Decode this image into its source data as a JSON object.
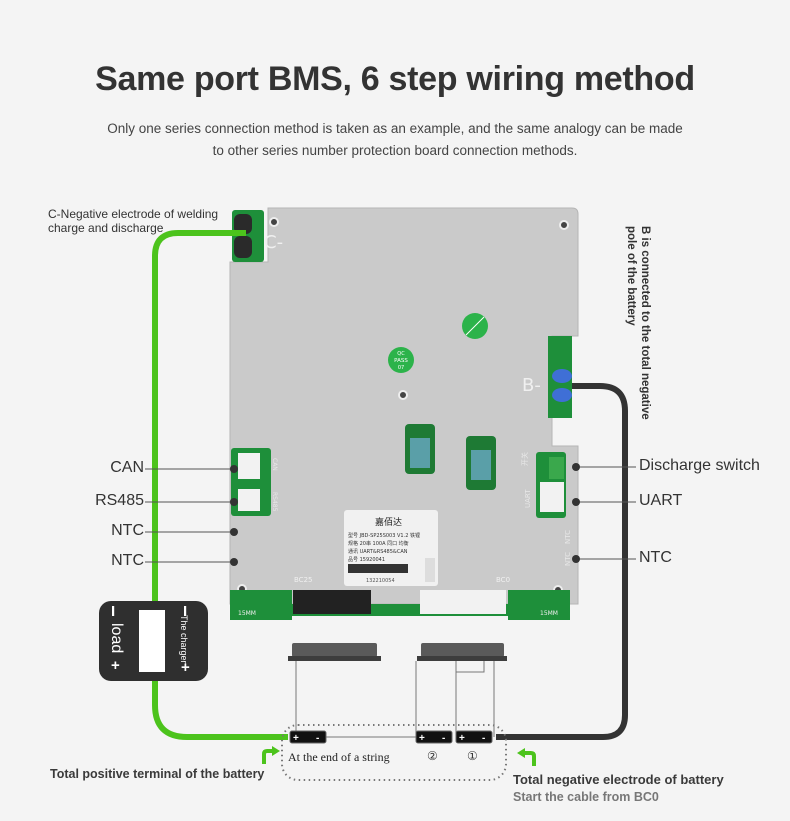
{
  "header": {
    "title": "Same port BMS, 6 step wiring method",
    "subtitle_line1": "Only one series connection method is taken as an example, and the same analogy can be made",
    "subtitle_line2": "to other series number protection board connection methods."
  },
  "labels": {
    "c_negative_line1": "C-Negative electrode of welding",
    "c_negative_line2": "charge and discharge",
    "b_negative_vertical_line1": "B is connected to the total negative",
    "b_negative_vertical_line2": "pole of the battery",
    "left_ports": [
      "CAN",
      "RS485",
      "NTC",
      "NTC"
    ],
    "right_ports": [
      "Discharge switch",
      "UART",
      "NTC"
    ],
    "total_positive": "Total positive terminal of the battery",
    "total_negative": "Total negative electrode of battery",
    "start_cable": "Start the cable from BC0"
  },
  "board": {
    "c_minus": "C-",
    "b_minus": "B-",
    "qc_sticker": [
      "QC",
      "PASS",
      "07"
    ],
    "port_silk_left": [
      "CAN",
      "RS485"
    ],
    "port_silk_right": [
      "开关",
      "UART",
      "NTC",
      "NTC"
    ],
    "bc_left": "BC25",
    "bc_right": "BC0",
    "mm_left": "15MM",
    "mm_right": "15MM",
    "label_brand": "嘉佰达",
    "label_lines": [
      "型号 JBD-SP25S003 V1.2 铁锂",
      "规格 20串 100A 同口 均衡",
      "通讯 UART&RS485&CAN",
      "品号 15920041"
    ],
    "label_serial": "132210054"
  },
  "load_box": {
    "minus": "I",
    "load_word": "load",
    "charger_word": "The charger",
    "plus": "+"
  },
  "battery_row": {
    "end_string_label": "At the end of a string",
    "cell_2": "②",
    "cell_1": "①",
    "plus": "+",
    "minus": "-"
  },
  "colors": {
    "green_wire": "#4cc31c",
    "dark_wire": "#333333",
    "board_metal": "#c9c9c9",
    "pcb_green": "#1e8f3a",
    "connector_blue": "#3f6fd6"
  }
}
